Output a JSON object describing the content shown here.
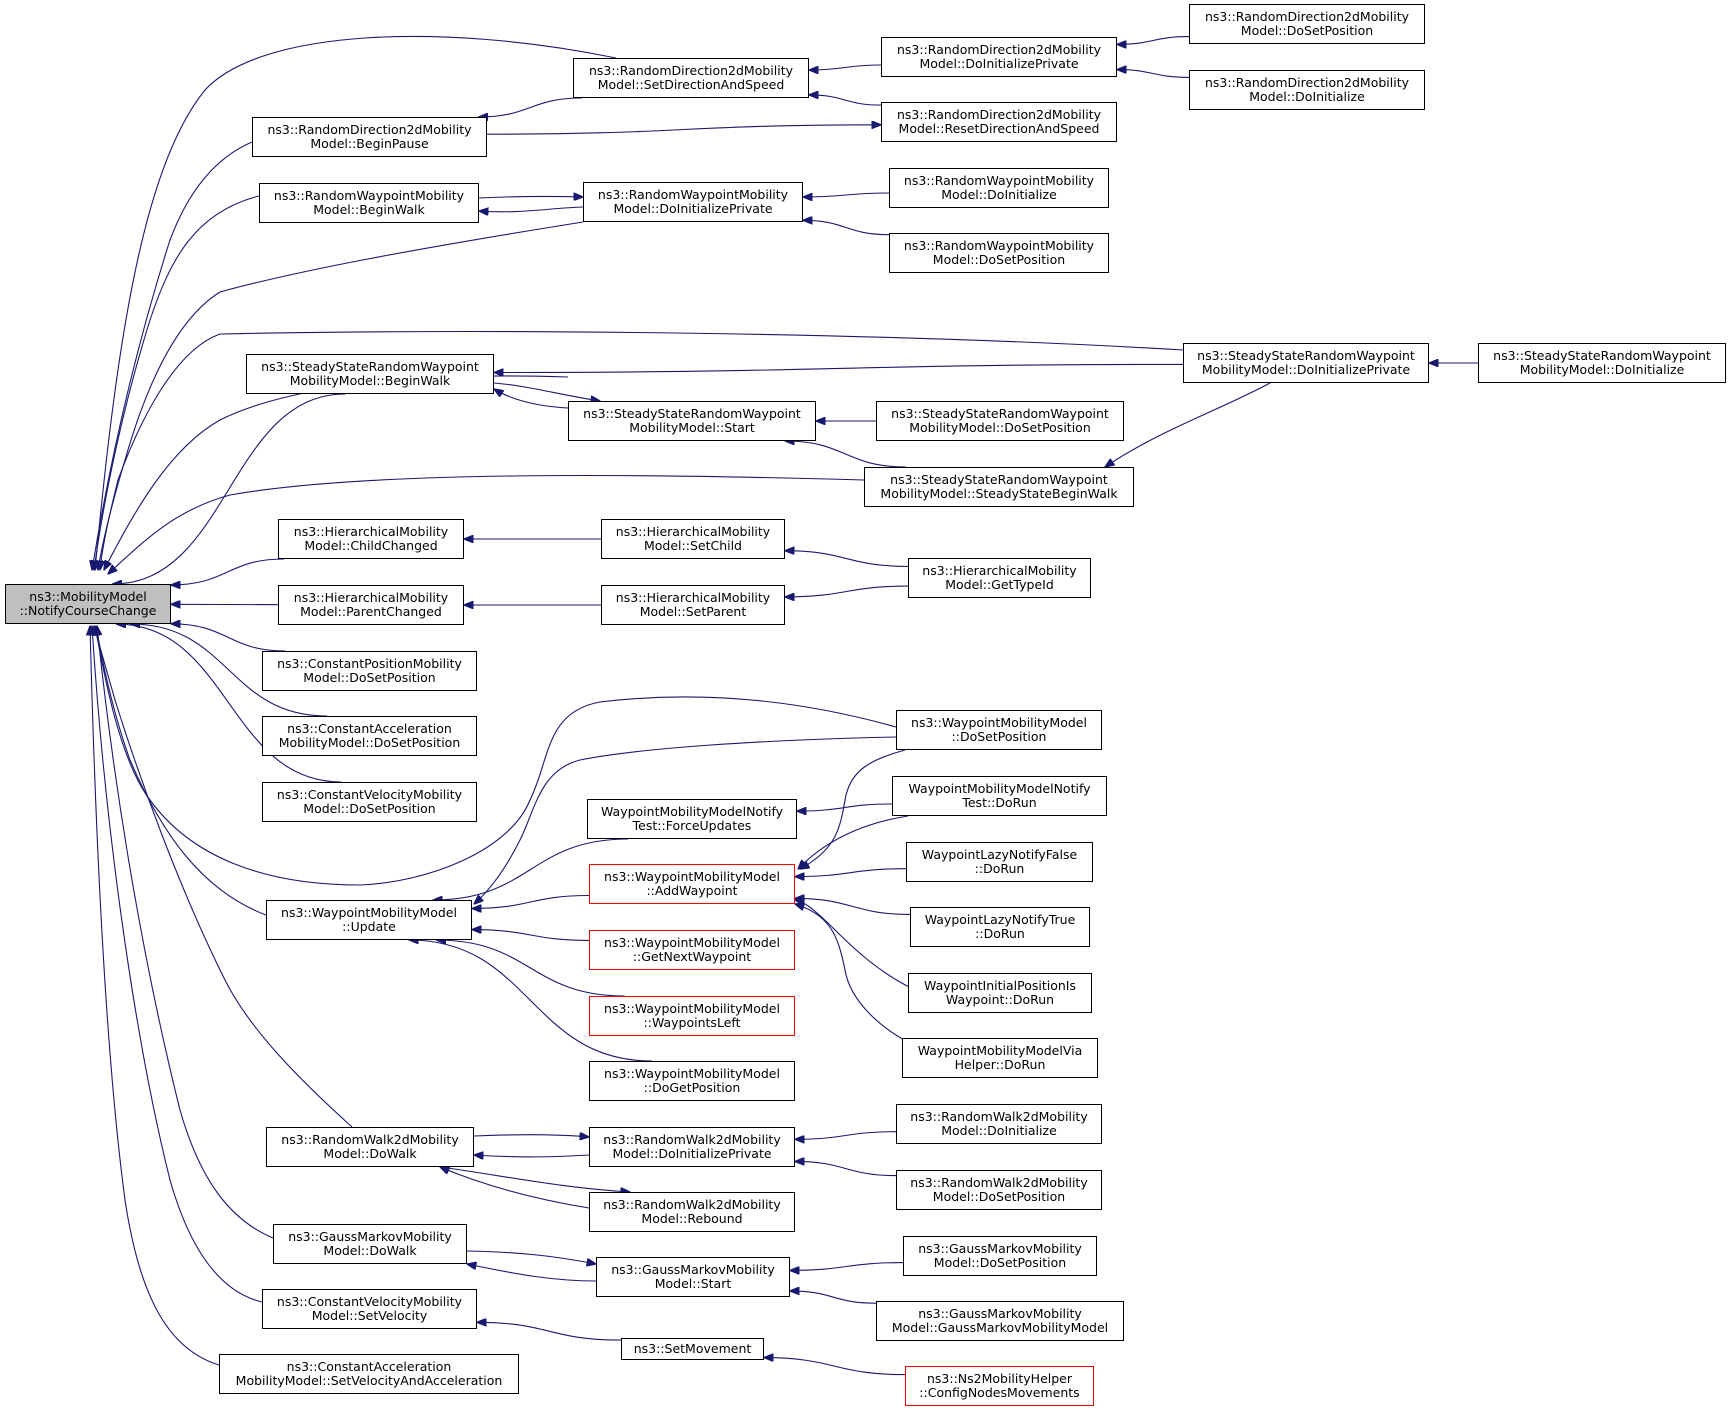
{
  "graph": {
    "edge_color": "#191970",
    "highlight_fill": "#bfbfbf",
    "truncated_border": "#ff0000",
    "nodes": [
      {
        "id": "root",
        "lines": [
          "ns3::MobilityModel",
          "::NotifyCourseChange"
        ],
        "root": true
      },
      {
        "id": "rd_beginpause",
        "lines": [
          "ns3::RandomDirection2dMobility",
          "Model::BeginPause"
        ]
      },
      {
        "id": "rd_setdirspeed",
        "lines": [
          "ns3::RandomDirection2dMobility",
          "Model::SetDirectionAndSpeed"
        ]
      },
      {
        "id": "rd_doinitpriv",
        "lines": [
          "ns3::RandomDirection2dMobility",
          "Model::DoInitializePrivate"
        ]
      },
      {
        "id": "rd_resetdir",
        "lines": [
          "ns3::RandomDirection2dMobility",
          "Model::ResetDirectionAndSpeed"
        ]
      },
      {
        "id": "rd_dosetpos",
        "lines": [
          "ns3::RandomDirection2dMobility",
          "Model::DoSetPosition"
        ]
      },
      {
        "id": "rd_doinit",
        "lines": [
          "ns3::RandomDirection2dMobility",
          "Model::DoInitialize"
        ]
      },
      {
        "id": "rw_beginwalk",
        "lines": [
          "ns3::RandomWaypointMobility",
          "Model::BeginWalk"
        ]
      },
      {
        "id": "rw_doinitpriv",
        "lines": [
          "ns3::RandomWaypointMobility",
          "Model::DoInitializePrivate"
        ]
      },
      {
        "id": "rw_doinit",
        "lines": [
          "ns3::RandomWaypointMobility",
          "Model::DoInitialize"
        ]
      },
      {
        "id": "rw_dosetpos",
        "lines": [
          "ns3::RandomWaypointMobility",
          "Model::DoSetPosition"
        ]
      },
      {
        "id": "ss_beginwalk",
        "lines": [
          "ns3::SteadyStateRandomWaypoint",
          "MobilityModel::BeginWalk"
        ]
      },
      {
        "id": "ss_start",
        "lines": [
          "ns3::SteadyStateRandomWaypoint",
          "MobilityModel::Start"
        ]
      },
      {
        "id": "ss_dosetpos",
        "lines": [
          "ns3::SteadyStateRandomWaypoint",
          "MobilityModel::DoSetPosition"
        ]
      },
      {
        "id": "ss_steadybegin",
        "lines": [
          "ns3::SteadyStateRandomWaypoint",
          "MobilityModel::SteadyStateBeginWalk"
        ]
      },
      {
        "id": "ss_doinitpriv",
        "lines": [
          "ns3::SteadyStateRandomWaypoint",
          "MobilityModel::DoInitializePrivate"
        ]
      },
      {
        "id": "ss_doinit",
        "lines": [
          "ns3::SteadyStateRandomWaypoint",
          "MobilityModel::DoInitialize"
        ]
      },
      {
        "id": "h_childchanged",
        "lines": [
          "ns3::HierarchicalMobility",
          "Model::ChildChanged"
        ]
      },
      {
        "id": "h_parentchanged",
        "lines": [
          "ns3::HierarchicalMobility",
          "Model::ParentChanged"
        ]
      },
      {
        "id": "h_setchild",
        "lines": [
          "ns3::HierarchicalMobility",
          "Model::SetChild"
        ]
      },
      {
        "id": "h_setparent",
        "lines": [
          "ns3::HierarchicalMobility",
          "Model::SetParent"
        ]
      },
      {
        "id": "h_gettypeid",
        "lines": [
          "ns3::HierarchicalMobility",
          "Model::GetTypeId"
        ]
      },
      {
        "id": "cp_dosetpos",
        "lines": [
          "ns3::ConstantPositionMobility",
          "Model::DoSetPosition"
        ]
      },
      {
        "id": "ca_dosetpos",
        "lines": [
          "ns3::ConstantAcceleration",
          "MobilityModel::DoSetPosition"
        ]
      },
      {
        "id": "cv_dosetpos",
        "lines": [
          "ns3::ConstantVelocityMobility",
          "Model::DoSetPosition"
        ]
      },
      {
        "id": "wp_dosetpos",
        "lines": [
          "ns3::WaypointMobilityModel",
          "::DoSetPosition"
        ]
      },
      {
        "id": "wp_forceupdates",
        "lines": [
          "WaypointMobilityModelNotify",
          "Test::ForceUpdates"
        ]
      },
      {
        "id": "wp_notifytest_dorun",
        "lines": [
          "WaypointMobilityModelNotify",
          "Test::DoRun"
        ]
      },
      {
        "id": "wp_addwaypoint",
        "lines": [
          "ns3::WaypointMobilityModel",
          "::AddWaypoint"
        ],
        "truncated": true
      },
      {
        "id": "wp_lazyfalse",
        "lines": [
          "WaypointLazyNotifyFalse",
          "::DoRun"
        ]
      },
      {
        "id": "wp_lazytrue",
        "lines": [
          "WaypointLazyNotifyTrue",
          "::DoRun"
        ]
      },
      {
        "id": "wp_initpos",
        "lines": [
          "WaypointInitialPositionIs",
          "Waypoint::DoRun"
        ]
      },
      {
        "id": "wp_viahelper",
        "lines": [
          "WaypointMobilityModelVia",
          "Helper::DoRun"
        ]
      },
      {
        "id": "wp_update",
        "lines": [
          "ns3::WaypointMobilityModel",
          "::Update"
        ]
      },
      {
        "id": "wp_getnext",
        "lines": [
          "ns3::WaypointMobilityModel",
          "::GetNextWaypoint"
        ],
        "truncated": true
      },
      {
        "id": "wp_waypointsleft",
        "lines": [
          "ns3::WaypointMobilityModel",
          "::WaypointsLeft"
        ],
        "truncated": true
      },
      {
        "id": "wp_dogetpos",
        "lines": [
          "ns3::WaypointMobilityModel",
          "::DoGetPosition"
        ]
      },
      {
        "id": "rwalk_dowalk",
        "lines": [
          "ns3::RandomWalk2dMobility",
          "Model::DoWalk"
        ]
      },
      {
        "id": "rwalk_doinitpriv",
        "lines": [
          "ns3::RandomWalk2dMobility",
          "Model::DoInitializePrivate"
        ]
      },
      {
        "id": "rwalk_rebound",
        "lines": [
          "ns3::RandomWalk2dMobility",
          "Model::Rebound"
        ]
      },
      {
        "id": "rwalk_doinit",
        "lines": [
          "ns3::RandomWalk2dMobility",
          "Model::DoInitialize"
        ]
      },
      {
        "id": "rwalk_dosetpos",
        "lines": [
          "ns3::RandomWalk2dMobility",
          "Model::DoSetPosition"
        ]
      },
      {
        "id": "gm_dowalk",
        "lines": [
          "ns3::GaussMarkovMobility",
          "Model::DoWalk"
        ]
      },
      {
        "id": "gm_start",
        "lines": [
          "ns3::GaussMarkovMobility",
          "Model::Start"
        ]
      },
      {
        "id": "gm_dosetpos",
        "lines": [
          "ns3::GaussMarkovMobility",
          "Model::DoSetPosition"
        ]
      },
      {
        "id": "gm_ctor",
        "lines": [
          "ns3::GaussMarkovMobility",
          "Model::GaussMarkovMobilityModel"
        ]
      },
      {
        "id": "cv_setvelocity",
        "lines": [
          "ns3::ConstantVelocityMobility",
          "Model::SetVelocity"
        ]
      },
      {
        "id": "setmovement",
        "lines": [
          "ns3::SetMovement"
        ]
      },
      {
        "id": "ns2_config",
        "lines": [
          "ns3::Ns2MobilityHelper",
          "::ConfigNodesMovements"
        ],
        "truncated": true
      },
      {
        "id": "ca_setvelacc",
        "lines": [
          "ns3::ConstantAcceleration",
          "MobilityModel::SetVelocityAndAcceleration"
        ]
      }
    ],
    "edges": [
      [
        "rd_beginpause",
        "root"
      ],
      [
        "rd_setdirspeed",
        "root"
      ],
      [
        "rw_beginwalk",
        "root"
      ],
      [
        "rw_doinitpriv",
        "root"
      ],
      [
        "ss_doinitpriv",
        "root"
      ],
      [
        "ss_beginwalk",
        "root"
      ],
      [
        "ss_start",
        "root"
      ],
      [
        "ss_steadybegin",
        "root"
      ],
      [
        "h_childchanged",
        "root"
      ],
      [
        "h_parentchanged",
        "root"
      ],
      [
        "cp_dosetpos",
        "root"
      ],
      [
        "ca_dosetpos",
        "root"
      ],
      [
        "cv_dosetpos",
        "root"
      ],
      [
        "wp_dosetpos",
        "root"
      ],
      [
        "wp_update",
        "root"
      ],
      [
        "rwalk_rebound",
        "root"
      ],
      [
        "gm_dowalk",
        "root"
      ],
      [
        "cv_setvelocity",
        "root"
      ],
      [
        "ca_setvelacc",
        "root"
      ],
      [
        "rd_setdirspeed",
        "rd_beginpause"
      ],
      [
        "rd_doinitpriv",
        "rd_setdirspeed"
      ],
      [
        "rd_resetdir",
        "rd_setdirspeed"
      ],
      [
        "rd_dosetpos",
        "rd_doinitpriv"
      ],
      [
        "rd_doinit",
        "rd_doinitpriv"
      ],
      [
        "rd_beginpause",
        "rd_resetdir"
      ],
      [
        "rw_doinitpriv",
        "rw_beginwalk"
      ],
      [
        "rw_beginwalk",
        "rw_doinitpriv"
      ],
      [
        "rw_doinit",
        "rw_doinitpriv"
      ],
      [
        "rw_dosetpos",
        "rw_doinitpriv"
      ],
      [
        "ss_doinitpriv",
        "ss_beginwalk"
      ],
      [
        "ss_start",
        "ss_beginwalk"
      ],
      [
        "ss_beginwalk",
        "ss_start"
      ],
      [
        "ss_dosetpos",
        "ss_start"
      ],
      [
        "ss_steadybegin",
        "ss_start"
      ],
      [
        "ss_doinit",
        "ss_doinitpriv"
      ],
      [
        "ss_doinitpriv",
        "ss_steadybegin"
      ],
      [
        "h_setchild",
        "h_childchanged"
      ],
      [
        "h_setparent",
        "h_parentchanged"
      ],
      [
        "h_gettypeid",
        "h_setchild"
      ],
      [
        "h_gettypeid",
        "h_setparent"
      ],
      [
        "wp_dosetpos",
        "wp_update"
      ],
      [
        "wp_forceupdates",
        "wp_update"
      ],
      [
        "wp_addwaypoint",
        "wp_update"
      ],
      [
        "wp_getnext",
        "wp_update"
      ],
      [
        "wp_waypointsleft",
        "wp_update"
      ],
      [
        "wp_dogetpos",
        "wp_update"
      ],
      [
        "wp_notifytest_dorun",
        "wp_forceupdates"
      ],
      [
        "wp_dosetpos",
        "wp_addwaypoint"
      ],
      [
        "wp_notifytest_dorun",
        "wp_addwaypoint"
      ],
      [
        "wp_lazyfalse",
        "wp_addwaypoint"
      ],
      [
        "wp_lazytrue",
        "wp_addwaypoint"
      ],
      [
        "wp_initpos",
        "wp_addwaypoint"
      ],
      [
        "wp_viahelper",
        "wp_addwaypoint"
      ],
      [
        "rwalk_doinitpriv",
        "rwalk_dowalk"
      ],
      [
        "rwalk_dowalk",
        "rwalk_doinitpriv"
      ],
      [
        "rwalk_rebound",
        "rwalk_dowalk"
      ],
      [
        "rwalk_dowalk",
        "rwalk_rebound"
      ],
      [
        "rwalk_doinit",
        "rwalk_doinitpriv"
      ],
      [
        "rwalk_dosetpos",
        "rwalk_doinitpriv"
      ],
      [
        "gm_start",
        "gm_dowalk"
      ],
      [
        "gm_dowalk",
        "gm_start"
      ],
      [
        "gm_dosetpos",
        "gm_start"
      ],
      [
        "gm_ctor",
        "gm_start"
      ],
      [
        "setmovement",
        "cv_setvelocity"
      ],
      [
        "ns2_config",
        "setmovement"
      ]
    ]
  }
}
